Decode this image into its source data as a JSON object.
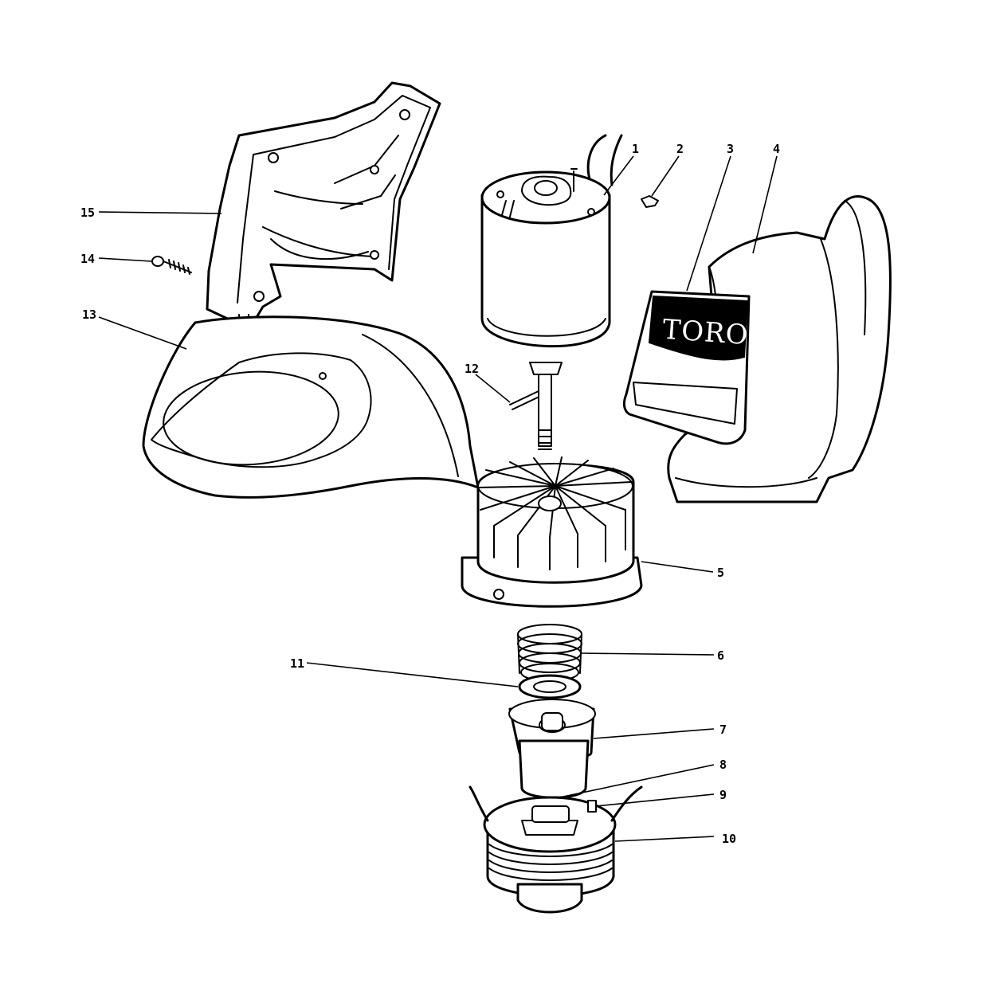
{
  "diagram": {
    "callouts": [
      {
        "id": "c1",
        "label": "1"
      },
      {
        "id": "c2",
        "label": "2"
      },
      {
        "id": "c3",
        "label": "3"
      },
      {
        "id": "c4",
        "label": "4"
      },
      {
        "id": "c5",
        "label": "5"
      },
      {
        "id": "c6",
        "label": "6"
      },
      {
        "id": "c7",
        "label": "7"
      },
      {
        "id": "c8",
        "label": "8"
      },
      {
        "id": "c9",
        "label": "9"
      },
      {
        "id": "c10",
        "label": "10"
      },
      {
        "id": "c11",
        "label": "11"
      },
      {
        "id": "c12",
        "label": "12"
      },
      {
        "id": "c13",
        "label": "13"
      },
      {
        "id": "c14",
        "label": "14"
      },
      {
        "id": "c15",
        "label": "15"
      }
    ]
  },
  "logo_text": "TORO",
  "colors": {
    "ink": "#000000",
    "paper": "#ffffff"
  }
}
